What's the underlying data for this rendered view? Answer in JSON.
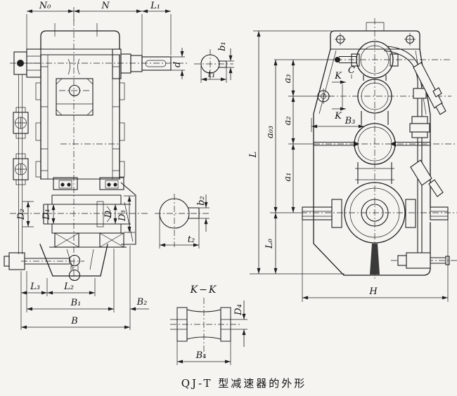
{
  "drawing": {
    "caption": "QJ-T 型减速器的外形",
    "front_view": {
      "dim_n0": "N₀",
      "dim_n": "N",
      "dim_l1": "L₁",
      "dim_d": "d",
      "dim_d2": "D₂",
      "dim_d1": "D₁",
      "dim_d_cap": "D",
      "dim_d3": "D₃",
      "dim_l3": "L₃",
      "dim_l2": "L₂",
      "dim_b1": "B₁",
      "dim_b2": "B₂",
      "dim_b": "B"
    },
    "key_detail_input": {
      "dim_b1": "b₁",
      "dim_t1": "t₁"
    },
    "key_detail_output": {
      "dim_b2": "b₂",
      "dim_t2": "t₂"
    },
    "section_kk": {
      "title": "K−K",
      "dim_d4": "D₄",
      "dim_b4": "B₄"
    },
    "side_view": {
      "dim_l": "L",
      "dim_a03": "a₀₃",
      "dim_a3": "a₃",
      "dim_a2": "a₂",
      "dim_a1": "a₁",
      "dim_l0": "L₀",
      "label_c": "C",
      "label_k_top": "K",
      "label_k_bottom": "K",
      "dim_b3": "B₃",
      "dim_h": "H"
    }
  }
}
